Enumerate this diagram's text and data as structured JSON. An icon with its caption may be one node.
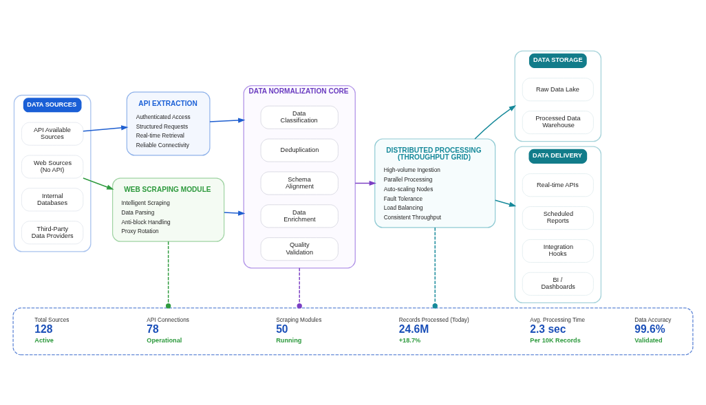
{
  "diagram": {
    "nodes": [
      {
        "text": [
          "DATA SOURCES"
        ]
      },
      {
        "text": [
          "API Available Sources"
        ],
        "in": 0
      },
      {
        "text": [
          "Web Sources (No API)"
        ],
        "in": 0
      },
      {
        "text": [
          "Internal Databases"
        ],
        "in": 0
      },
      {
        "text": [
          "Third-Party Data Providers"
        ],
        "in": 0
      },
      {
        "text": [
          "API EXTRACTION",
          "Authenticated Access",
          "Structured Requests",
          "Real-time Retrieval",
          "Reliable Connectivity"
        ]
      },
      {
        "text": [
          "WEB SCRAPING MODULE",
          "Intelligent Scraping",
          "Data Parsing",
          "Anti-block Handling",
          "Proxy Rotation"
        ]
      },
      {
        "text": [
          "DATA NORMALIZATION CORE"
        ]
      },
      {
        "text": [
          "Data Classification"
        ],
        "in": 7
      },
      {
        "text": [
          "Deduplication"
        ],
        "in": 7
      },
      {
        "text": [
          "Schema Alignment"
        ],
        "in": 7
      },
      {
        "text": [
          "Data Enrichment"
        ],
        "in": 7
      },
      {
        "text": [
          "Quality Validation"
        ],
        "in": 7
      },
      {
        "text": [
          "DISTRIBUTED PROCESSING (THROUGHPUT GRID)",
          "High-volume Ingestion",
          "Parallel Processing",
          "Auto-scaling Nodes",
          "Fault Tolerance",
          "Load Balancing",
          "Consistent Throughput"
        ]
      },
      {
        "text": [
          "DATA STORAGE"
        ]
      },
      {
        "text": [
          "Raw Data Lake"
        ],
        "in": 14
      },
      {
        "text": [
          "Processed Data Warehouse"
        ],
        "in": 14
      },
      {
        "text": [
          "DATA DELIVERY"
        ]
      },
      {
        "text": [
          "Real-time APIs"
        ],
        "in": 17
      },
      {
        "text": [
          "Scheduled Reports"
        ],
        "in": 17
      },
      {
        "text": [
          "Integration Hooks"
        ],
        "in": 17
      },
      {
        "text": [
          "BI / Dashboards"
        ],
        "in": 17
      },
      {
        "text": [],
        "shape": "box"
      },
      {
        "text": [
          "Total Sources",
          "128",
          "Active"
        ],
        "in": 22
      },
      {
        "text": [
          "API Connections",
          "78",
          "Operational"
        ],
        "in": 22
      },
      {
        "text": [
          "Scraping Modules",
          "50",
          "Running"
        ],
        "in": 22
      },
      {
        "text": [
          "Records Processed (Today)",
          "24.6M",
          "+18.7%"
        ],
        "in": 22
      },
      {
        "text": [
          "Avg. Processing Time",
          "2.3 sec",
          "Per 10K Records"
        ],
        "in": 22
      },
      {
        "text": [
          "Data Accuracy",
          "99.6%",
          "Validated"
        ],
        "in": 22
      }
    ],
    "edges": [
      {
        "from": 1,
        "to": 5,
        "arrow": "to"
      },
      {
        "from": 2,
        "to": 6,
        "arrow": "to",
        "color": "#2e9a3e"
      },
      {
        "from": 5,
        "to": 7,
        "arrow": "to"
      },
      {
        "from": 6,
        "to": 7,
        "arrow": "to"
      },
      {
        "from": 7,
        "to": 13,
        "arrow": "to",
        "color": "#7b3fc4"
      },
      {
        "from": 13,
        "to": 14,
        "arrow": "to",
        "color": "#16899a"
      },
      {
        "from": 13,
        "to": 17,
        "arrow": "to",
        "color": "#16899a"
      },
      {
        "from": 6,
        "to": 22,
        "arrow": "other",
        "style": "dashed",
        "color": "#2e9a3e"
      },
      {
        "from": 7,
        "to": 22,
        "arrow": "other",
        "style": "dashed",
        "color": "#7b3fc4"
      },
      {
        "from": 13,
        "to": 22,
        "arrow": "other",
        "style": "dashed",
        "color": "#16899a"
      }
    ]
  }
}
